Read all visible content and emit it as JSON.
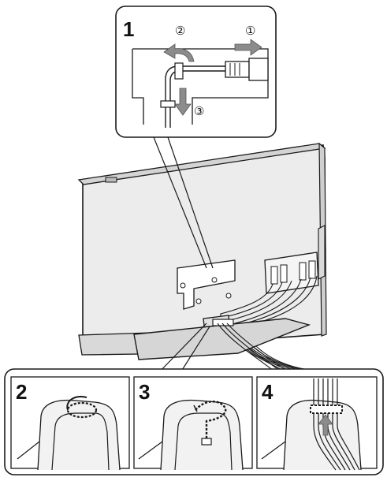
{
  "steps": {
    "step1": {
      "number": "1",
      "substeps": [
        "①",
        "②",
        "③"
      ]
    },
    "step2": {
      "number": "2"
    },
    "step3": {
      "number": "3"
    },
    "step4": {
      "number": "4"
    }
  },
  "colors": {
    "line": "#1a1a1a",
    "panel_fill": "#ffffff",
    "arrow_fill": "#8c8c8c",
    "tv_frame": "#dcdcdc",
    "tv_back": "#ececec",
    "shadow": "#bdbdbd"
  }
}
